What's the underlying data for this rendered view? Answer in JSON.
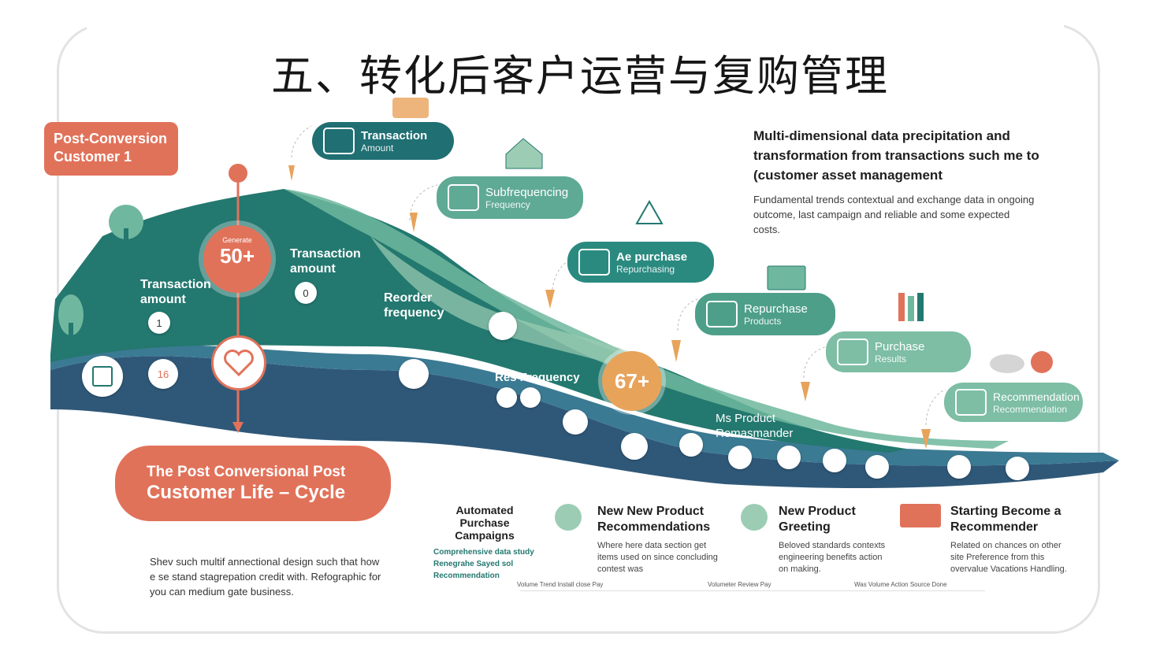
{
  "title": "五、转化后客户运营与复购管理",
  "badge": {
    "line1": "Post-Conversion",
    "line2": "Customer 1"
  },
  "center_badge_big": {
    "small": "Generate",
    "value": "50+"
  },
  "center_badge_right": {
    "value": "67+"
  },
  "left_labels": {
    "transaction_amount_1": "Transaction amount",
    "num_1": "1",
    "transaction_amount_2": "Transaction amount",
    "num_2": "0",
    "reorder_frequency": "Reorder frequency",
    "res_frequency": "Res Frequency",
    "ms_product": "Ms Product Remasmander",
    "circle_1": "16"
  },
  "pills": [
    {
      "t1": "Transaction",
      "t2": "Amount"
    },
    {
      "t1": "Subfrequencing",
      "t2": "Frequency"
    },
    {
      "t1": "Ae purchase",
      "t2": "Repurchasing"
    },
    {
      "t1": "Repurchase",
      "t2": "Products"
    },
    {
      "t1": "Purchase",
      "t2": "Results"
    },
    {
      "t1": "Recommendation",
      "t2": "Recommendation"
    }
  ],
  "right_heading": "Multi-dimensional data precipitation and transformation from transactions such me to (customer asset management",
  "right_desc": "Fundamental trends contextual and exchange data in ongoing outcome, last campaign and reliable and some expected costs.",
  "lifecycle": {
    "line1": "The Post Conversional Post",
    "line2": "Customer Life – Cycle"
  },
  "left_desc": "Shev such multif annectional design such that how e se stand stagrepation credit with. Refographic for you can medium gate business.",
  "bottom_cols": [
    {
      "title": "Automated Purchase Campaigns",
      "desc": "Comprehensive data study Renegrahe Sayed sol Recommendation",
      "foot": "Volume Trend Install close Pay"
    },
    {
      "title": "New New Product Recommendations",
      "desc": "Where here data section get items used on since concluding contest was",
      "foot": "Volumeter Review Pay"
    },
    {
      "title": "New Product Greeting",
      "desc": "Beloved standards contexts engineering benefits action on making.",
      "foot": "Was Volume Action Source Done"
    },
    {
      "title": "Starting Become a Recommender",
      "desc": "Related on chances on other site Preference from this overvalue Vacations Handling.",
      "foot": ""
    }
  ],
  "colors": {
    "teal_dark": "#1f6f73",
    "teal_mid": "#2a8a80",
    "teal_light": "#6fb79e",
    "navy": "#2f5878",
    "orange": "#e1725a",
    "sand": "#e8a35a"
  }
}
